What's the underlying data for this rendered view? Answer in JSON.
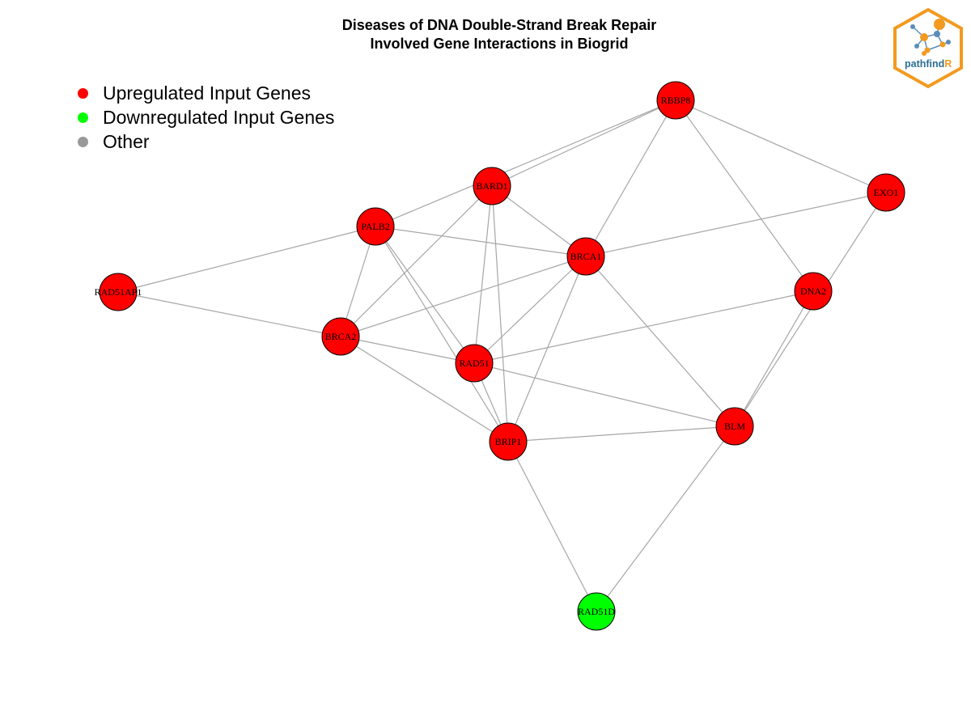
{
  "title": {
    "line1": "Diseases of DNA Double-Strand Break Repair",
    "line2": "Involved Gene Interactions in Biogrid"
  },
  "legend": [
    {
      "label": "Upregulated Input Genes",
      "color": "#FF0000"
    },
    {
      "label": "Downregulated Input Genes",
      "color": "#00FF00"
    },
    {
      "label": "Other",
      "color": "#999999"
    }
  ],
  "colors": {
    "upregulated": "#FF0000",
    "downregulated": "#00FF00",
    "other": "#999999",
    "edge": "#A6A6A6"
  },
  "logo": {
    "text_a": "pathfind",
    "text_b": "R"
  },
  "nodes": [
    {
      "id": "RBBP8",
      "status": "upregulated"
    },
    {
      "id": "BARD1",
      "status": "upregulated"
    },
    {
      "id": "EXO1",
      "status": "upregulated"
    },
    {
      "id": "PALB2",
      "status": "upregulated"
    },
    {
      "id": "BRCA1",
      "status": "upregulated"
    },
    {
      "id": "RAD51AP1",
      "status": "upregulated"
    },
    {
      "id": "DNA2",
      "status": "upregulated"
    },
    {
      "id": "BRCA2",
      "status": "upregulated"
    },
    {
      "id": "RAD51",
      "status": "upregulated"
    },
    {
      "id": "BLM",
      "status": "upregulated"
    },
    {
      "id": "BRIP1",
      "status": "upregulated"
    },
    {
      "id": "RAD51D",
      "status": "downregulated"
    }
  ],
  "edges": [
    [
      "RBBP8",
      "BARD1"
    ],
    [
      "RBBP8",
      "PALB2"
    ],
    [
      "RBBP8",
      "EXO1"
    ],
    [
      "RBBP8",
      "BRCA1"
    ],
    [
      "RBBP8",
      "DNA2"
    ],
    [
      "BARD1",
      "BRCA1"
    ],
    [
      "BARD1",
      "BRCA2"
    ],
    [
      "BARD1",
      "RAD51"
    ],
    [
      "BARD1",
      "BRIP1"
    ],
    [
      "EXO1",
      "BRCA1"
    ],
    [
      "EXO1",
      "BLM"
    ],
    [
      "PALB2",
      "BRCA1"
    ],
    [
      "PALB2",
      "RAD51AP1"
    ],
    [
      "PALB2",
      "BRCA2"
    ],
    [
      "PALB2",
      "RAD51"
    ],
    [
      "PALB2",
      "BRIP1"
    ],
    [
      "BRCA1",
      "BRCA2"
    ],
    [
      "BRCA1",
      "RAD51"
    ],
    [
      "BRCA1",
      "BRIP1"
    ],
    [
      "BRCA1",
      "BLM"
    ],
    [
      "RAD51AP1",
      "BRCA2"
    ],
    [
      "DNA2",
      "RAD51"
    ],
    [
      "DNA2",
      "BLM"
    ],
    [
      "BRCA2",
      "RAD51"
    ],
    [
      "BRCA2",
      "BRIP1"
    ],
    [
      "RAD51",
      "BRIP1"
    ],
    [
      "RAD51",
      "BLM"
    ],
    [
      "BRIP1",
      "BLM"
    ],
    [
      "BRIP1",
      "RAD51D"
    ],
    [
      "BLM",
      "RAD51D"
    ]
  ]
}
